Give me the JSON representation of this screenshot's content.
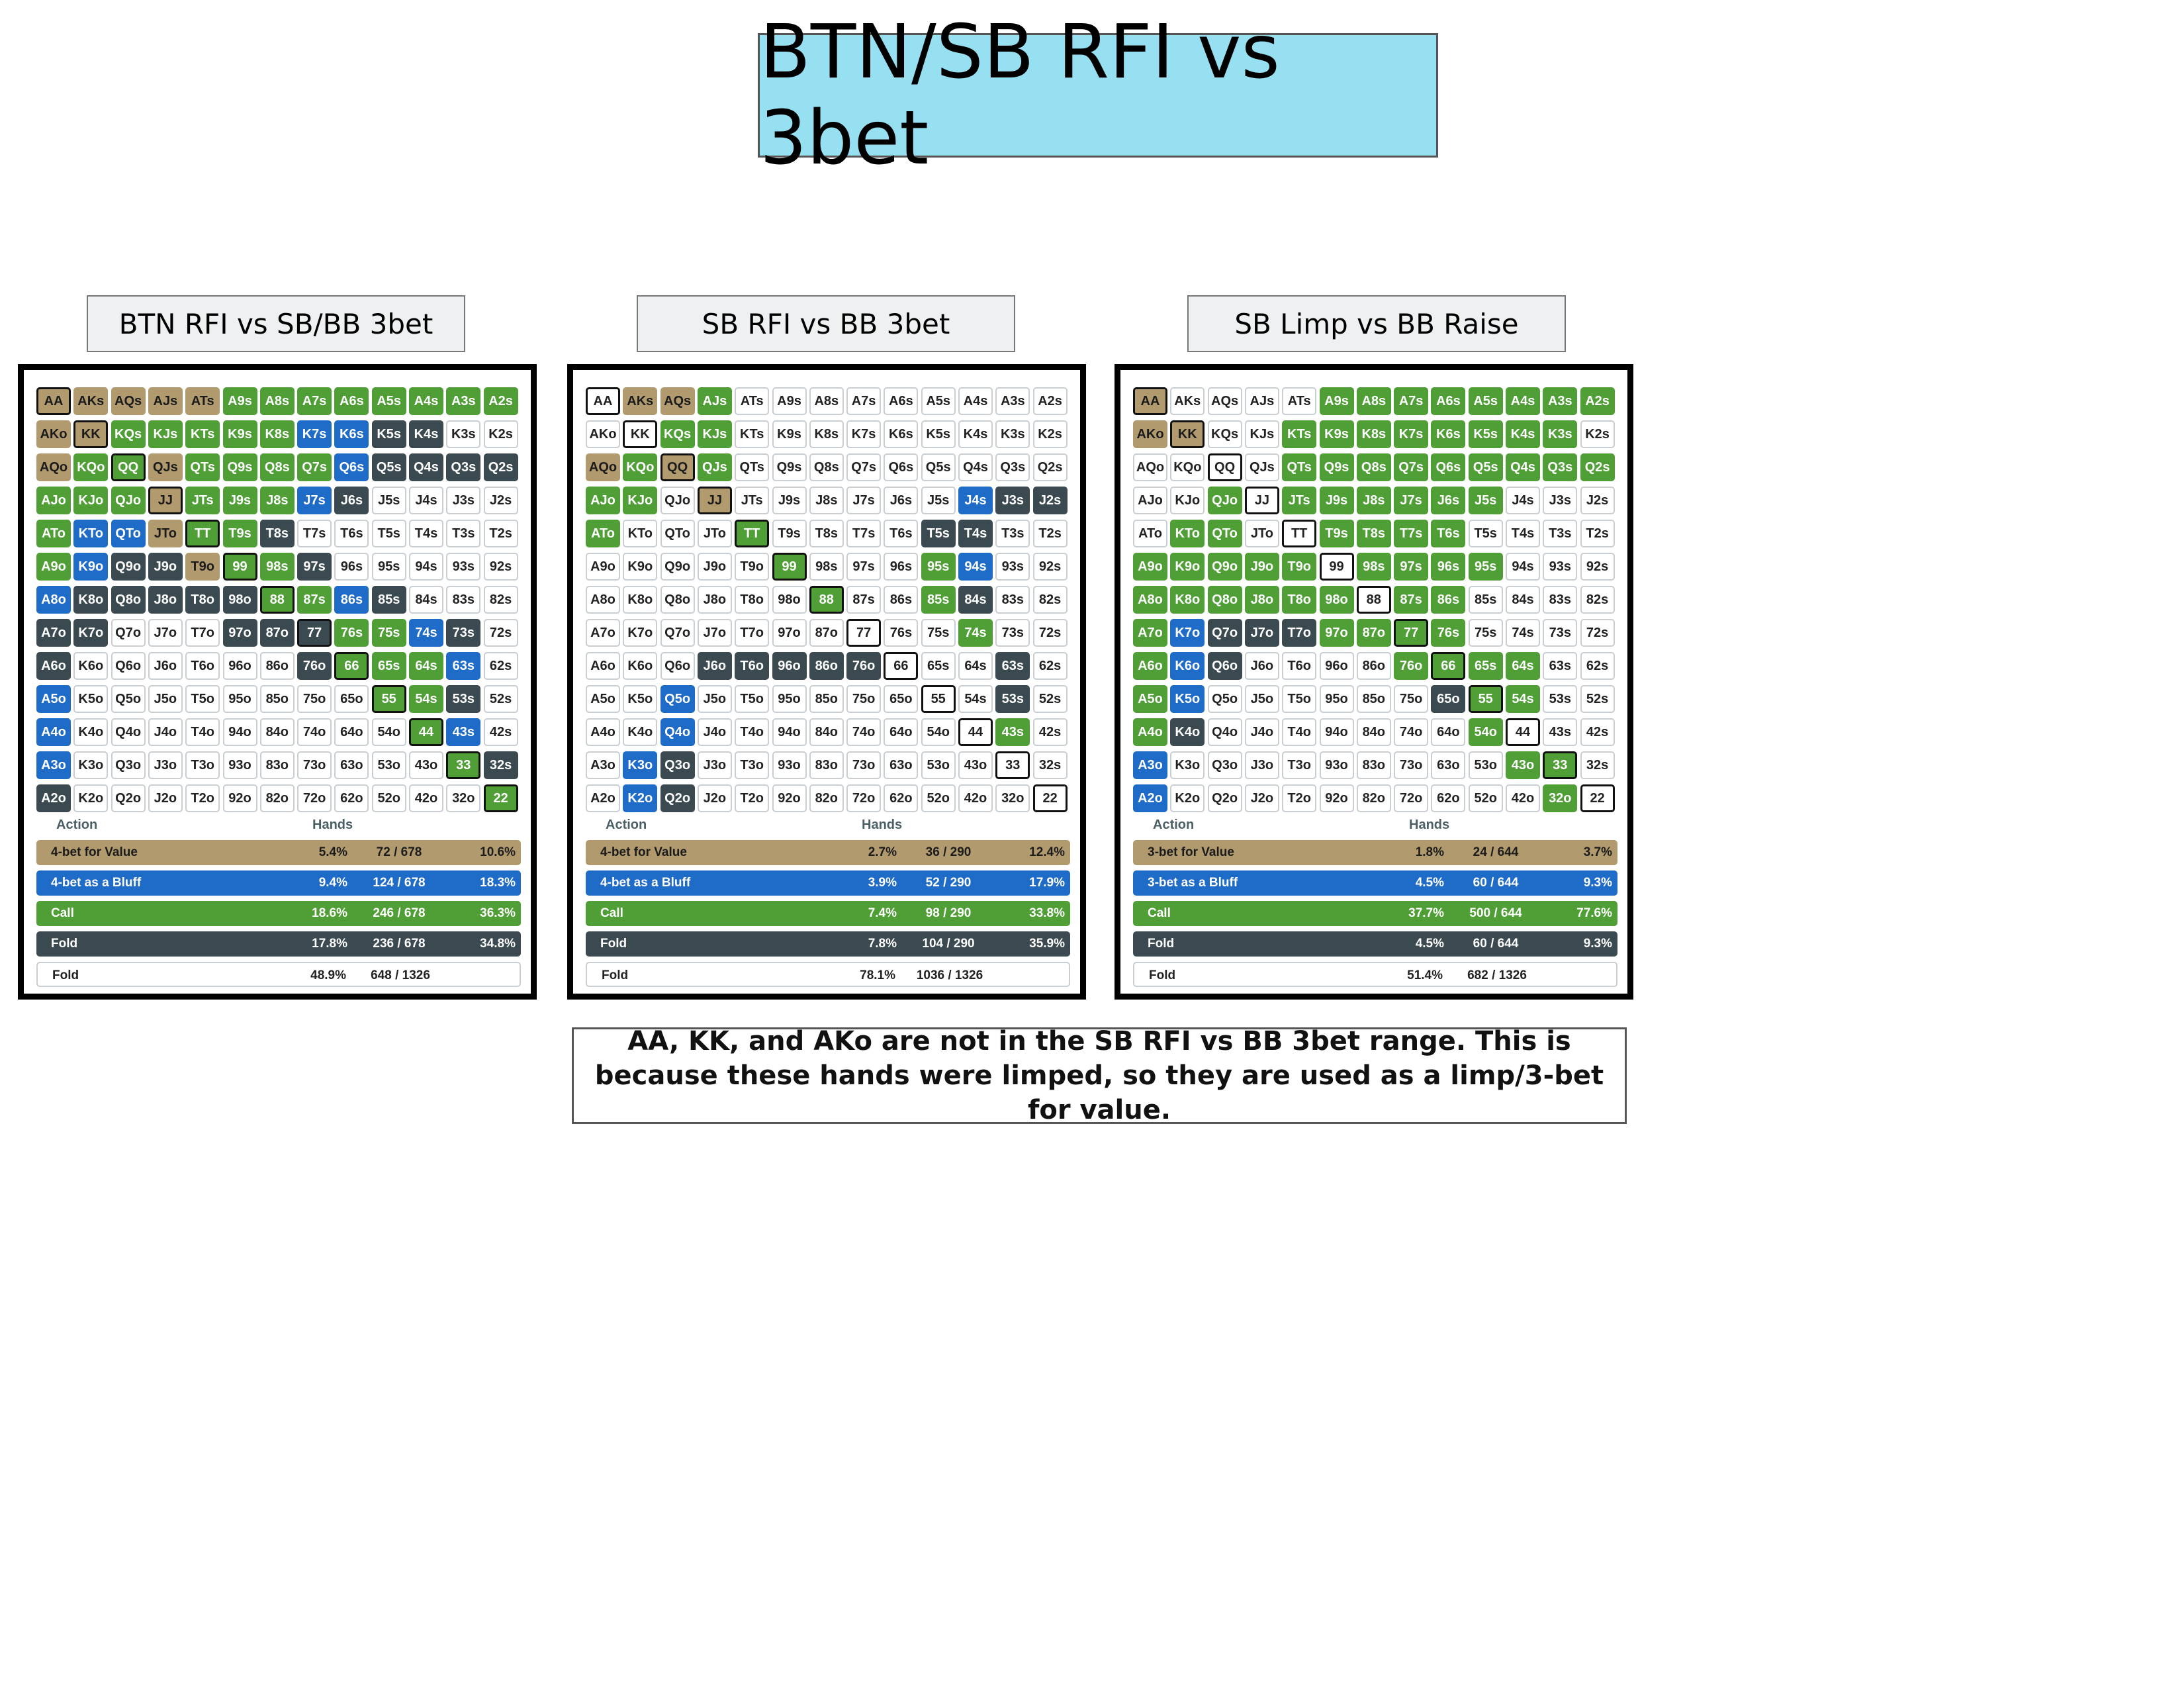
{
  "title": "BTN/SB RFI vs 3bet",
  "note": "AA, KK, and AKo are not in the SB RFI vs BB 3bet range. This is because these hands were limped, so they are used as a limp/3-bet for value.",
  "palette": {
    "tan": "#b09a6e",
    "green": "#4f9e36",
    "blue": "#1f6bc8",
    "dark": "#3b4a50",
    "white": "#ffffff"
  },
  "ranks": [
    "A",
    "K",
    "Q",
    "J",
    "T",
    "9",
    "8",
    "7",
    "6",
    "5",
    "4",
    "3",
    "2"
  ],
  "charts": [
    {
      "label": "BTN RFI vs SB/BB 3bet",
      "action_header": "Action",
      "hands_header": "Hands",
      "grid": [
        "tttttggggggggg",
        "ttgggggbbdd",
        "tggtggggbdddd",
        "gggtgggbdwwww",
        "gbbtggdwwww",
        "gbddtggdwwww",
        "bdddddggbdwww",
        "ddwwwdddggbdww",
        "dwwwwwwdgggbww",
        "bwwwwwwwwggdw",
        "bwwwwwwwwwgbw",
        "bwwwwwwwwwwgd",
        "dwwwwwwwwwwwg"
      ],
      "summary": [
        {
          "label": "4-bet for Value",
          "pct": "5.4%",
          "count": "72 / 678",
          "share": "10.6%",
          "color": "tan"
        },
        {
          "label": "4-bet as a Bluff",
          "pct": "9.4%",
          "count": "124 / 678",
          "share": "18.3%",
          "color": "blue"
        },
        {
          "label": "Call",
          "pct": "18.6%",
          "count": "246 / 678",
          "share": "36.3%",
          "color": "green"
        },
        {
          "label": "Fold",
          "pct": "17.8%",
          "count": "236 / 678",
          "share": "34.8%",
          "color": "dark"
        },
        {
          "label": "Fold",
          "pct": "48.9%",
          "count": "648 / 1326",
          "share": "",
          "color": "white"
        }
      ]
    },
    {
      "label": "SB RFI vs BB 3bet",
      "action_header": "Action",
      "hands_header": "Hands",
      "grid": [
        "wttgwwwwwwwww",
        "wwggwwwwwwwww",
        "tgtgwwwwwwwww",
        "ggwtwwwwwwbdd",
        "gwwwgwwwwddww",
        "wwwwwgwwwgbww",
        "wwwwwwgwwgdww",
        "wwwwwwwwwwgww",
        "wwwdddddwwwdw",
        "wwbwwwwwwwwdw",
        "wwbwwwwwwwwgw",
        "wbdwwwwwwwwww",
        "wbdwwwwwwwwww"
      ],
      "summary": [
        {
          "label": "4-bet for Value",
          "pct": "2.7%",
          "count": "36 / 290",
          "share": "12.4%",
          "color": "tan"
        },
        {
          "label": "4-bet as a Bluff",
          "pct": "3.9%",
          "count": "52 / 290",
          "share": "17.9%",
          "color": "blue"
        },
        {
          "label": "Call",
          "pct": "7.4%",
          "count": "98 / 290",
          "share": "33.8%",
          "color": "green"
        },
        {
          "label": "Fold",
          "pct": "7.8%",
          "count": "104 / 290",
          "share": "35.9%",
          "color": "dark"
        },
        {
          "label": "Fold",
          "pct": "78.1%",
          "count": "1036 / 1326",
          "share": "",
          "color": "white"
        }
      ]
    },
    {
      "label": "SB Limp vs BB Raise",
      "action_header": "Action",
      "hands_header": "Hands",
      "grid": [
        "twwwwgggggggg",
        "ttwwgggggggg",
        "wwwwggggggggg",
        "wwgwggggggwwww",
        "wggwwggggwwwww",
        "gggggwggggwwww",
        "ggggggwggwwww",
        "gbdddggggwwww",
        "gbdwwwwggggww",
        "gbwwwwwwdggww",
        "gdwwwwwwwgww",
        "bwwwwwwwwwgg",
        "bwwwwwwwwwwg"
      ],
      "summary": [
        {
          "label": "3-bet for Value",
          "pct": "1.8%",
          "count": "24 / 644",
          "share": "3.7%",
          "color": "tan"
        },
        {
          "label": "3-bet as a Bluff",
          "pct": "4.5%",
          "count": "60 / 644",
          "share": "9.3%",
          "color": "blue"
        },
        {
          "label": "Call",
          "pct": "37.7%",
          "count": "500 / 644",
          "share": "77.6%",
          "color": "green"
        },
        {
          "label": "Fold",
          "pct": "4.5%",
          "count": "60 / 644",
          "share": "9.3%",
          "color": "dark"
        },
        {
          "label": "Fold",
          "pct": "51.4%",
          "count": "682 / 1326",
          "share": "",
          "color": "white"
        }
      ]
    }
  ]
}
